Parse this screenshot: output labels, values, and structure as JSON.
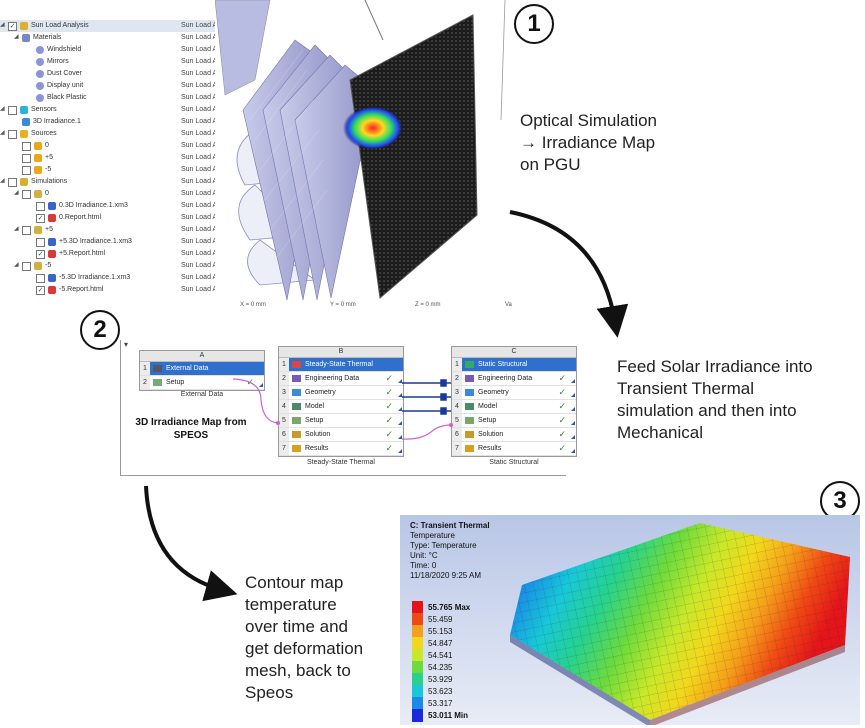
{
  "tree": {
    "column2_value": "Sun Load A",
    "items": [
      {
        "label": "Sun Load Analysis",
        "icon": "simulation-root-icon",
        "checked": true
      },
      {
        "label": "Materials",
        "icon": "materials-icon",
        "checked": false
      },
      {
        "label": "Windshield",
        "icon": "material-icon",
        "checked": false
      },
      {
        "label": "Mirrors",
        "icon": "material-icon",
        "checked": false
      },
      {
        "label": "Dust Cover",
        "icon": "material-icon",
        "checked": false
      },
      {
        "label": "Display unit",
        "icon": "material-icon",
        "checked": false
      },
      {
        "label": "Black Plastic",
        "icon": "material-icon",
        "checked": false
      },
      {
        "label": "Sensors",
        "icon": "sensors-icon",
        "checked": false
      },
      {
        "label": "3D Irradiance.1",
        "icon": "irradiance-sensor-icon",
        "checked": false
      },
      {
        "label": "Sources",
        "icon": "sources-icon",
        "checked": false
      },
      {
        "label": "0",
        "icon": "sun-source-icon",
        "checked": false
      },
      {
        "label": "+5",
        "icon": "sun-source-icon",
        "checked": false
      },
      {
        "label": "-5",
        "icon": "sun-source-icon",
        "checked": false
      },
      {
        "label": "Simulations",
        "icon": "simulations-icon",
        "checked": false
      },
      {
        "label": "0",
        "icon": "simulation-icon",
        "checked": false
      },
      {
        "label": "0.3D Irradiance.1.xm3",
        "icon": "xm3-file-icon",
        "checked": false
      },
      {
        "label": "0.Report.html",
        "icon": "html-report-icon",
        "checked": true
      },
      {
        "label": "+5",
        "icon": "simulation-icon",
        "checked": false
      },
      {
        "label": "+5.3D Irradiance.1.xm3",
        "icon": "xm3-file-icon",
        "checked": false
      },
      {
        "label": "+5.Report.html",
        "icon": "html-report-icon",
        "checked": true
      },
      {
        "label": "-5",
        "icon": "simulation-icon",
        "checked": false
      },
      {
        "label": "-5.3D Irradiance.1.xm3",
        "icon": "xm3-file-icon",
        "checked": false
      },
      {
        "label": "-5.Report.html",
        "icon": "html-report-icon",
        "checked": true
      }
    ]
  },
  "viewport": {
    "coords": [
      "X = 0 mm",
      "Y = 0 mm",
      "Z = 0 mm",
      "Va"
    ]
  },
  "steps": {
    "step1": {
      "number": "1",
      "caption_lines": [
        "Optical Simulation",
        "→ Irradiance Map",
        "on PGU"
      ]
    },
    "step2": {
      "number": "2",
      "caption_lines": [
        "Feed Solar Irradiance into",
        "Transient Thermal",
        "simulation and then into",
        "Mechanical"
      ]
    },
    "step3": {
      "number": "3",
      "caption_lines": [
        "Contour map",
        "temperature",
        "over time and",
        "get deformation",
        "mesh, back to",
        "Speos"
      ]
    }
  },
  "workbench": {
    "annotation_lines": [
      "3D Irradiance Map from",
      "SPEOS"
    ],
    "systems": [
      {
        "letter": "A",
        "title": "External Data",
        "caption": "External Data",
        "rows": [
          {
            "n": "2",
            "label": "Setup",
            "check": "✓"
          }
        ]
      },
      {
        "letter": "B",
        "title": "Steady-State Thermal",
        "caption": "Steady-State Thermal",
        "rows": [
          {
            "n": "2",
            "label": "Engineering Data",
            "check": "✓"
          },
          {
            "n": "3",
            "label": "Geometry",
            "check": "✓"
          },
          {
            "n": "4",
            "label": "Model",
            "check": "✓"
          },
          {
            "n": "5",
            "label": "Setup",
            "check": "✓"
          },
          {
            "n": "6",
            "label": "Solution",
            "check": "✓"
          },
          {
            "n": "7",
            "label": "Results",
            "check": "✓"
          }
        ]
      },
      {
        "letter": "C",
        "title": "Static Structural",
        "caption": "Static Structural",
        "rows": [
          {
            "n": "2",
            "label": "Engineering Data",
            "check": "✓"
          },
          {
            "n": "3",
            "label": "Geometry",
            "check": "✓"
          },
          {
            "n": "4",
            "label": "Model",
            "check": "✓"
          },
          {
            "n": "5",
            "label": "Setup",
            "check": "✓"
          },
          {
            "n": "6",
            "label": "Solution",
            "check": "✓"
          },
          {
            "n": "7",
            "label": "Results",
            "check": "✓"
          }
        ]
      }
    ]
  },
  "results": {
    "title": "C: Transient Thermal",
    "lines": [
      "Temperature",
      "Type: Temperature",
      "Unit: °C",
      "Time: 0",
      "11/18/2020 9:25 AM"
    ],
    "legend": [
      {
        "label": "55.765 Max",
        "color": "#e3141a"
      },
      {
        "label": "55.459",
        "color": "#f04a14"
      },
      {
        "label": "55.153",
        "color": "#f5a01a"
      },
      {
        "label": "54.847",
        "color": "#f2d81c"
      },
      {
        "label": "54.541",
        "color": "#c8e82a"
      },
      {
        "label": "54.235",
        "color": "#6edb3c"
      },
      {
        "label": "53.929",
        "color": "#28d28c"
      },
      {
        "label": "53.623",
        "color": "#18c8d8"
      },
      {
        "label": "53.317",
        "color": "#1a8ae6"
      },
      {
        "label": "53.011 Min",
        "color": "#1a2ad8"
      }
    ]
  }
}
